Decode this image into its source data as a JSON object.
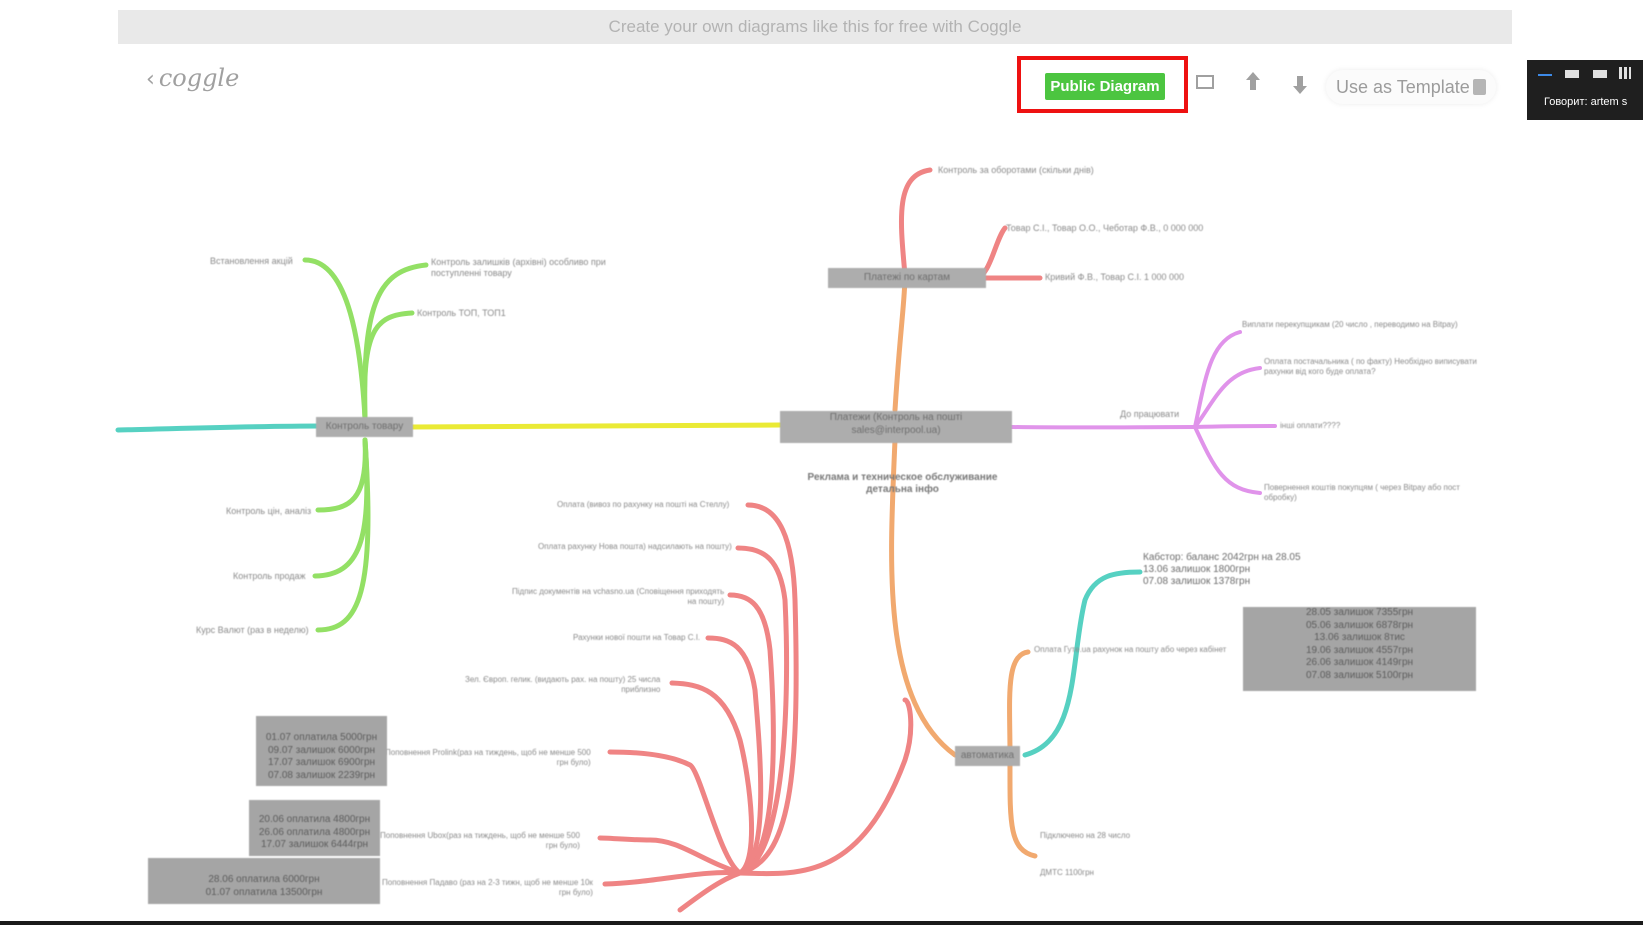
{
  "banner": {
    "text": "Create your own diagrams like this for free with Coggle"
  },
  "toolbar": {
    "logo": "coggle",
    "public_label": "Public Diagram",
    "template_label": "Use as Template"
  },
  "overlay": {
    "speaking": "Говорит: artem s"
  },
  "colors": {
    "accent_green": "#4cc540",
    "highlight_red": "#ee1111",
    "branch_pink": "#ee7777",
    "branch_green": "#88dd55",
    "branch_yellow": "#e8e820",
    "branch_violet": "#dd88e8",
    "branch_orange": "#f0a060",
    "branch_teal": "#44ccbb"
  },
  "diagram": {
    "center": "Платежи (Контроль на пошті\nsales@interpool.ua)",
    "center_sub": "Реклама и техническое обслуживание\nдетальна інфо",
    "goods": "Контроль товару",
    "cards": "Платежі по картам",
    "todo": "До працювати",
    "auto": "автоматика",
    "green_items": [
      "Встановлення акцій",
      "Контроль залишків (архівні) особливо при\nпоступленні товару",
      "Контроль ТОП, ТОП1",
      "Контроль цін, аналіз",
      "Контроль продаж",
      "Курс Валют (раз в неделю)"
    ],
    "violet_items": [
      "Виплати перекупщикам (20 число , переводимо на Bitpay)",
      "Оплата постачальника ( по факту) Необхідно виписувати\nрахунки від кого буде оплата?",
      "інші оплати????",
      "Повернення коштів покупцям ( через Bitpay або пост\nобробку)"
    ],
    "red_items": [
      "Оплата (вивоз по рахунку на пошті на Стеллу)",
      "Оплата рахунку Нова пошта) надсилають на пошту)",
      "Підпис документів на vchasno.ua (Сповіщення приходять\nна пошту)",
      "Рахунки нової пошти на Товар С.І.",
      "Зел. Європ. гелик. (видають рах. на пошту) 25 числа\nприблизно",
      "Поповнення Prolink(раз на тиждень, щоб не менше 500\nгрн було)",
      "Поповнення Ubox(раз на тиждень, щоб не менше 500\nгрн було)",
      "Поповнення Падаво (раз на 2-3 тижн, щоб не менше 10к\nгрн було)"
    ],
    "orange_items": [
      "Оплата Гуте.ua рахунок на пошту або через кабінет",
      "Підключено на 28 число",
      "ДМТС 1100грн"
    ],
    "teal_item": "Кабстор: баланс 2042грн на 28.05\n13.06 залишок 1800грн\n07.08 залишок 1378грн",
    "top_items": [
      "Контроль за оборотами (скільки днів)",
      "Товар С.І., Товар О.О., Чеботар Ф.В., 0 000 000",
      "Кривий Ф.В., Товар С.І. 1 000 000"
    ],
    "box_right": "28.05 залишок 7355грн\n05.06 залишок 6878грн\n13.06 залишок 8тис\n19.06 залишок 4557грн\n26.06 залишок 4149грн\n07.08 залишок 5100грн",
    "box_left1": "01.07 оплатила 5000грн\n09.07 залишок 6000грн\n17.07 залишок 6900грн\n07.08 залишок 2239грн",
    "box_left2": "20.06 оплатила 4800грн\n26.06 оплатила 4800грн\n17.07 залишок 6444грн",
    "box_left3": "28.06 оплатила 6000грн\n01.07 оплатила 13500грн"
  }
}
